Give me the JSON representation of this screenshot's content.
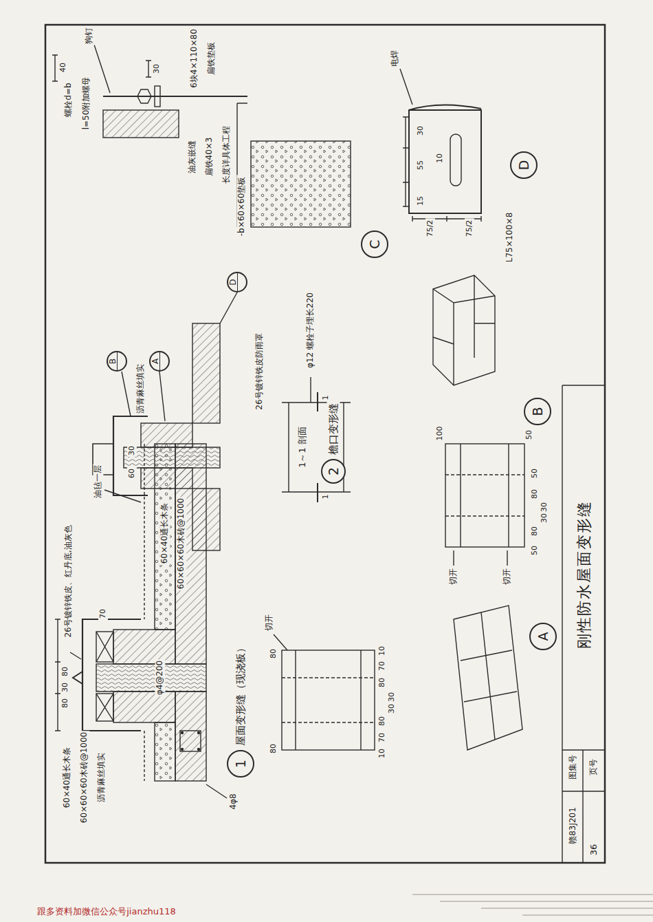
{
  "diagram": {
    "title": "刚性防水屋面变形缝",
    "nodes": [
      {
        "text": [
          "1",
          "屋面变形缝（现浇板）"
        ]
      },
      {
        "text": [
          "2",
          "檐口变形缝"
        ]
      },
      {
        "text": [
          "A"
        ]
      },
      {
        "text": [
          "B"
        ]
      },
      {
        "text": [
          "C"
        ]
      },
      {
        "text": [
          "D"
        ]
      },
      {
        "text": [
          "B"
        ]
      },
      {
        "text": [
          "A"
        ]
      },
      {
        "text": [
          "D"
        ]
      }
    ],
    "labels": [
      "26号镀锌铁皮、红丹底,油灰色",
      "油毡一层",
      "80",
      "30",
      "80",
      "70",
      "60×40通长木条",
      "60×60×60木砖@1000",
      "沥青麻丝填实",
      "φ4@200",
      "4φ8",
      "切开",
      "80",
      "80",
      "10",
      "70",
      "80",
      "30",
      "30",
      "80",
      "70",
      "10",
      "60×40通长木条",
      "60×60×60木砖@1000",
      "30",
      "60",
      "沥青麻丝填实",
      "1～1 剖面",
      "φ12 螺栓子埋长220",
      "1",
      "1",
      "26号镀锌铁皮防雨罩",
      "-b×60×60垫板",
      "螺栓d=b",
      "l=50附加螺母",
      "40",
      "狗钉",
      "30",
      "油灰嵌缝",
      "扁铁40×3",
      "长度详具体工程",
      "6块4×110×80",
      "扁铁垫板",
      "电焊",
      "30",
      "55",
      "15",
      "10",
      "75/2",
      "75/2",
      "L75×100×8",
      "100",
      "50",
      "50",
      "80",
      "30",
      "30",
      "80",
      "50",
      "切开",
      "切开",
      "图集号",
      "赣83J201",
      "页号",
      "36",
      "跟多资料加微信公众号jianzhu118"
    ]
  }
}
